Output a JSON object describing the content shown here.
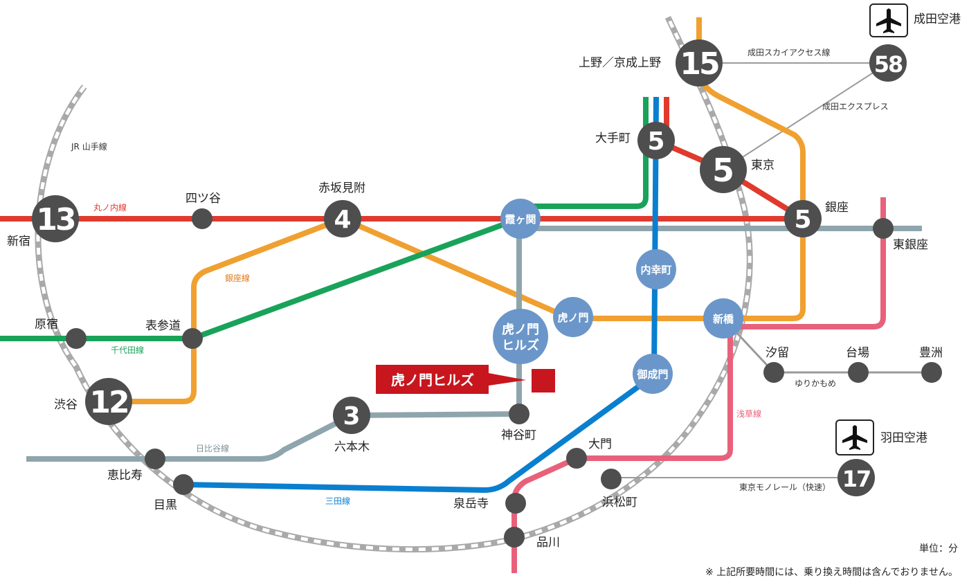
{
  "colors": {
    "marunouchi": "#e03a2e",
    "chiyoda": "#19a35a",
    "ginza": "#f0a030",
    "hibiya": "#8fa5ad",
    "mita": "#0a7fcf",
    "asakusa": "#e8617b",
    "yamanote": "#a9a9a9",
    "grey_line": "#9a9a9a",
    "node": "#4e4e4e",
    "hub": "#6b96c9",
    "callout": "#c8161e"
  },
  "lines": {
    "yamanote": "JR 山手線",
    "marunouchi": "丸ノ内線",
    "ginza": "銀座線",
    "chiyoda": "千代田線",
    "hibiya": "日比谷線",
    "mita": "三田線",
    "asakusa": "浅草線",
    "narita_skyaccess": "成田スカイアクセス線",
    "narita_express": "成田エクスプレス",
    "yurikamome": "ゆりかもめ",
    "monorail": "東京モノレール（快速）"
  },
  "stations": {
    "shinjuku": {
      "name": "新宿",
      "minutes": "13"
    },
    "shibuya": {
      "name": "渋谷",
      "minutes": "12"
    },
    "ueno": {
      "name": "上野／京成上野",
      "minutes": "15"
    },
    "otemachi": {
      "name": "大手町",
      "minutes": "5"
    },
    "tokyo": {
      "name": "東京",
      "minutes": "5"
    },
    "ginza": {
      "name": "銀座",
      "minutes": "5"
    },
    "akasakamitsuke": {
      "name": "赤坂見附",
      "minutes": "4"
    },
    "roppongi": {
      "name": "六本木",
      "minutes": "3"
    },
    "narita": {
      "name": "成田空港",
      "minutes": "58"
    },
    "haneda": {
      "name": "羽田空港",
      "minutes": "17"
    },
    "yotsuya": {
      "name": "四ツ谷"
    },
    "harajuku": {
      "name": "原宿"
    },
    "omotesando": {
      "name": "表参道"
    },
    "ebisu": {
      "name": "恵比寿"
    },
    "meguro": {
      "name": "目黒"
    },
    "kamiyacho": {
      "name": "神谷町"
    },
    "higashiginza": {
      "name": "東銀座"
    },
    "shiodome": {
      "name": "汐留"
    },
    "daiba": {
      "name": "台場"
    },
    "toyosu": {
      "name": "豊洲"
    },
    "daimon": {
      "name": "大門"
    },
    "hamamatsucho": {
      "name": "浜松町"
    },
    "sengakuji": {
      "name": "泉岳寺"
    },
    "shinagawa": {
      "name": "品川"
    },
    "kasumigaseki": {
      "name": "霞ヶ関"
    },
    "uchisaiwaicho": {
      "name": "内幸町"
    },
    "toranomon": {
      "name": "虎ノ門"
    },
    "shimbashi": {
      "name": "新橋"
    },
    "onarimon": {
      "name": "御成門"
    },
    "toranomonhills": {
      "name_line1": "虎ノ門",
      "name_line2": "ヒルズ"
    }
  },
  "callout": {
    "label": "虎ノ門ヒルズ"
  },
  "legend": {
    "unit": "単位：分",
    "note": "※ 上記所要時間には、乗り換え時間は含んでおりません。"
  },
  "icons": {
    "airport": "airplane-icon"
  }
}
